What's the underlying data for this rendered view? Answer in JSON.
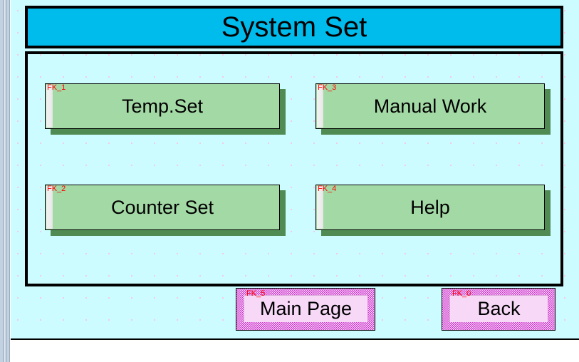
{
  "screen": {
    "title": "System Set",
    "background_color": "#ccfcff",
    "title_bar_color": "#00bcec",
    "border_color": "#000000"
  },
  "function_buttons": [
    {
      "fk": "FK_1",
      "label": "Temp.Set",
      "face_color": "#a3d9a5",
      "shadow_color": "#4f8b52"
    },
    {
      "fk": "FK_3",
      "label": "Manual Work",
      "face_color": "#a3d9a5",
      "shadow_color": "#4f8b52"
    },
    {
      "fk": "FK_2",
      "label": "Counter Set",
      "face_color": "#a3d9a5",
      "shadow_color": "#4f8b52"
    },
    {
      "fk": "FK_4",
      "label": "Help",
      "face_color": "#a3d9a5",
      "shadow_color": "#4f8b52"
    }
  ],
  "nav_buttons": [
    {
      "fk": "FK_5",
      "label": "Main Page",
      "face_color": "#f7d9f7",
      "border_color": "#cc33cc"
    },
    {
      "fk": "FK_0",
      "label": "Back",
      "face_color": "#f7d9f7",
      "border_color": "#cc33cc"
    }
  ]
}
